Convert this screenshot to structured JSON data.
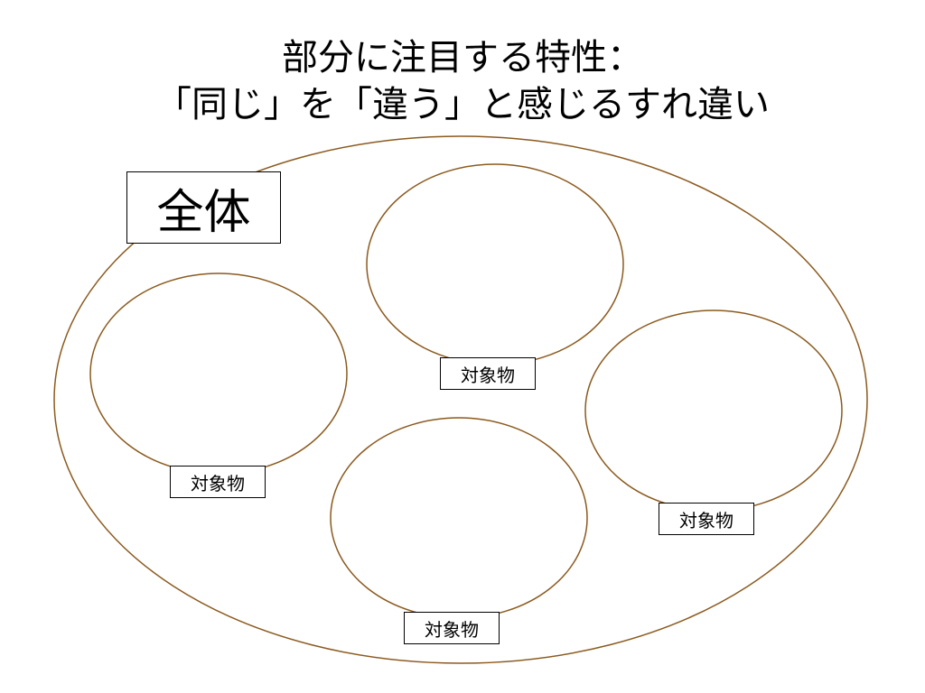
{
  "title": {
    "line1": "部分に注目する特性：",
    "line2": "「同じ」を「違う」と感じるすれ違い"
  },
  "diagram": {
    "whole_label": "全体",
    "object_labels": [
      "対象物",
      "対象物",
      "対象物",
      "対象物"
    ],
    "stroke_color": "#8B5A1E"
  }
}
